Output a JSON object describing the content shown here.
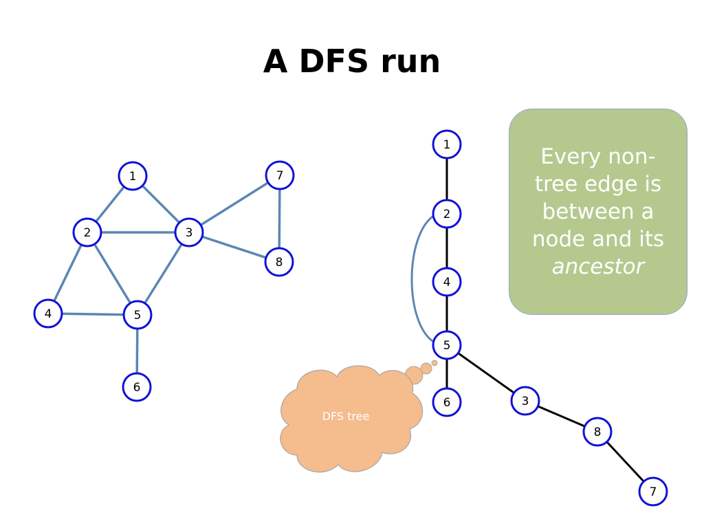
{
  "slide": {
    "title": "A DFS run"
  },
  "left_graph": {
    "node_color": "#1010d8",
    "edge_color": "#5b86b4",
    "nodes": [
      {
        "id": "n1",
        "label": "1"
      },
      {
        "id": "n2",
        "label": "2"
      },
      {
        "id": "n3",
        "label": "3"
      },
      {
        "id": "n4",
        "label": "4"
      },
      {
        "id": "n5",
        "label": "5"
      },
      {
        "id": "n6",
        "label": "6"
      },
      {
        "id": "n7",
        "label": "7"
      },
      {
        "id": "n8",
        "label": "8"
      }
    ],
    "edges": [
      [
        "n1",
        "n2"
      ],
      [
        "n1",
        "n3"
      ],
      [
        "n2",
        "n3"
      ],
      [
        "n2",
        "n4"
      ],
      [
        "n2",
        "n5"
      ],
      [
        "n3",
        "n5"
      ],
      [
        "n3",
        "n7"
      ],
      [
        "n3",
        "n8"
      ],
      [
        "n7",
        "n8"
      ],
      [
        "n4",
        "n5"
      ],
      [
        "n5",
        "n6"
      ]
    ]
  },
  "dfs_tree": {
    "tree_edge_color": "#000000",
    "back_edge_color": "#5b86b4",
    "nodes": [
      {
        "id": "t1",
        "label": "1"
      },
      {
        "id": "t2",
        "label": "2"
      },
      {
        "id": "t4",
        "label": "4"
      },
      {
        "id": "t5",
        "label": "5"
      },
      {
        "id": "t6",
        "label": "6"
      },
      {
        "id": "t3",
        "label": "3"
      },
      {
        "id": "t8",
        "label": "8"
      },
      {
        "id": "t7",
        "label": "7"
      }
    ],
    "tree_edges": [
      [
        "t1",
        "t2"
      ],
      [
        "t2",
        "t4"
      ],
      [
        "t4",
        "t5"
      ],
      [
        "t5",
        "t6"
      ],
      [
        "t5",
        "t3"
      ],
      [
        "t3",
        "t8"
      ],
      [
        "t8",
        "t7"
      ]
    ],
    "back_edges": [
      [
        "t2",
        "t5"
      ]
    ]
  },
  "callout": {
    "line1": "Every non-",
    "line2": "tree edge is",
    "line3": "between a",
    "line4": "node and its",
    "line5": "ancestor",
    "fill_color": "#b5c98f"
  },
  "cloud": {
    "label": "DFS tree",
    "fill_color": "#f5bc8e"
  }
}
